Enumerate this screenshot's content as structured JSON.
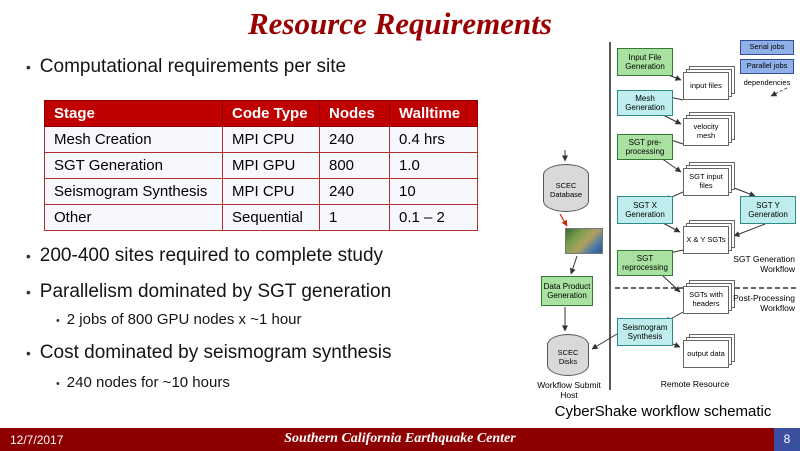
{
  "title": "Resource Requirements",
  "bullets": {
    "computational": "Computational requirements per site",
    "sites": "200-400 sites required to complete study",
    "parallelism": "Parallelism dominated by SGT generation",
    "parallelism_sub": "2 jobs of 800 GPU nodes x ~1 hour",
    "cost": "Cost dominated by seismogram synthesis",
    "cost_sub": "240 nodes for ~10 hours"
  },
  "table": {
    "headers": [
      "Stage",
      "Code Type",
      "Nodes",
      "Walltime"
    ],
    "rows": [
      [
        "Mesh Creation",
        "MPI CPU",
        "240",
        "0.4 hrs"
      ],
      [
        "SGT Generation",
        "MPI GPU",
        "800",
        "1.0"
      ],
      [
        "Seismogram Synthesis",
        "MPI CPU",
        "240",
        "10"
      ],
      [
        "Other",
        "Sequential",
        "1",
        "0.1 – 2"
      ]
    ]
  },
  "diagram": {
    "caption": "CyberShake workflow schematic",
    "legend": {
      "serial_jobs": "Serial jobs",
      "parallel_jobs": "Parallel jobs",
      "dependencies": "dependencies"
    },
    "nodes": {
      "input_file_generation": "Input File Generation",
      "input_files": "input files",
      "mesh_generation": "Mesh Generation",
      "velocity_mesh": "velocity mesh",
      "sgt_preprocessing": "SGT pre-processing",
      "sgt_input_files": "SGT input files",
      "sgt_x_generation": "SGT X Generation",
      "sgt_y_generation": "SGT Y Generation",
      "xy_sgts": "X & Y SGTs",
      "sgt_reprocessing": "SGT reprocessing",
      "sgts_with_headers": "SGTs with headers",
      "seismogram_synthesis": "Seismogram Synthesis",
      "output_data": "output data",
      "scec_database": "SCEC Database",
      "data_product_generation": "Data Product Generation",
      "scec_disks": "SCEC Disks"
    },
    "labels": {
      "workflow_submit_host": "Workflow Submit Host",
      "remote_resource": "Remote Resource",
      "sgt_generation_workflow": "SGT Generation Workflow",
      "post_processing_workflow": "Post-Processing Workflow"
    }
  },
  "footer": {
    "date": "12/7/2017",
    "organization": "Southern California Earthquake Center",
    "page_number": "8"
  },
  "colors": {
    "title_red": "#990000",
    "table_header_bg": "#C00000",
    "footer_bg": "#8E0000",
    "green_box": "#A9E2A0",
    "cyan_box": "#BFEDED",
    "blue_box": "#8FB0E8"
  }
}
